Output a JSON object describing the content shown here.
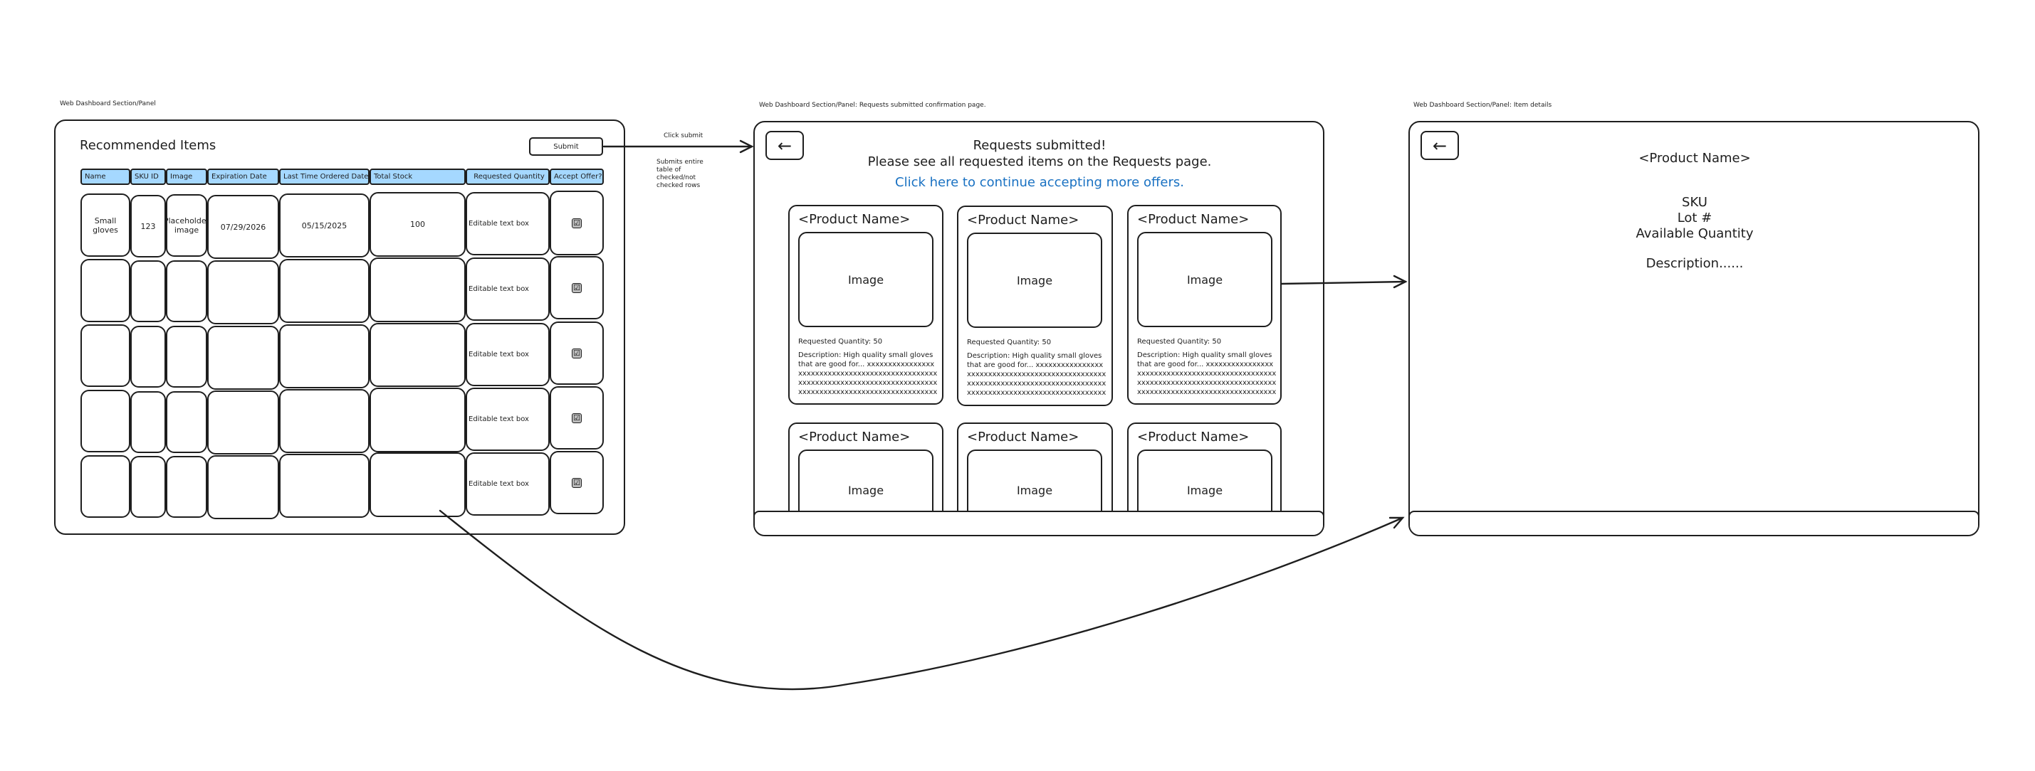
{
  "captions": {
    "panel1": "Web Dashboard Section/Panel",
    "panel2": "Web Dashboard Section/Panel: Requests submitted confirmation page.",
    "panel3": "Web Dashboard Section/Panel: Item details"
  },
  "annotations": {
    "click_submit": "Click submit",
    "submit_note": "Submits entire table of checked/not checked rows"
  },
  "panel1": {
    "title": "Recommended Items",
    "submit_label": "Submit",
    "columns": [
      "Name",
      "SKU ID",
      "Image",
      "Expiration Date",
      "Last Time Ordered Date",
      "Total Stock",
      "Requested Quantity",
      "Accept Offer?"
    ],
    "first_row": {
      "name": "Small gloves",
      "sku": "123",
      "image": "Placeholder image",
      "expiration": "07/29/2026",
      "last_ordered": "05/15/2025",
      "stock": "100"
    },
    "editable_label": "Editable text box",
    "checkbox_mark": "☑"
  },
  "panel2": {
    "heading_line1": "Requests submitted!",
    "heading_line2": "Please see all requested items on the Requests page.",
    "link_text": "Click here to continue accepting more offers.",
    "back_icon": "←",
    "card_title": "<Product Name>",
    "image_label": "Image",
    "requested_quantity": "Requested Quantity: 50",
    "description": "Description: High quality small gloves that are good for... xxxxxxxxxxxxxxxxxxxxxxxxxxxxxxxxxxxxxxxxxxxxxxxxxxxxxxxxxxxxxxxxxxxxxxxxxxxxxxxxxxxxxxxxxxxxxxxxxxxxxxxxxxxxxxxxxxxxxxxxxx",
    "link_color": "#1971c2"
  },
  "panel3": {
    "back_icon": "←",
    "product_name": "<Product Name>",
    "sku": "SKU",
    "lot": "Lot #",
    "available": "Available Quantity",
    "description": "Description......"
  },
  "colors": {
    "header_fill": "#a5d8ff",
    "stroke": "#1e1e1e",
    "link": "#1971c2"
  }
}
